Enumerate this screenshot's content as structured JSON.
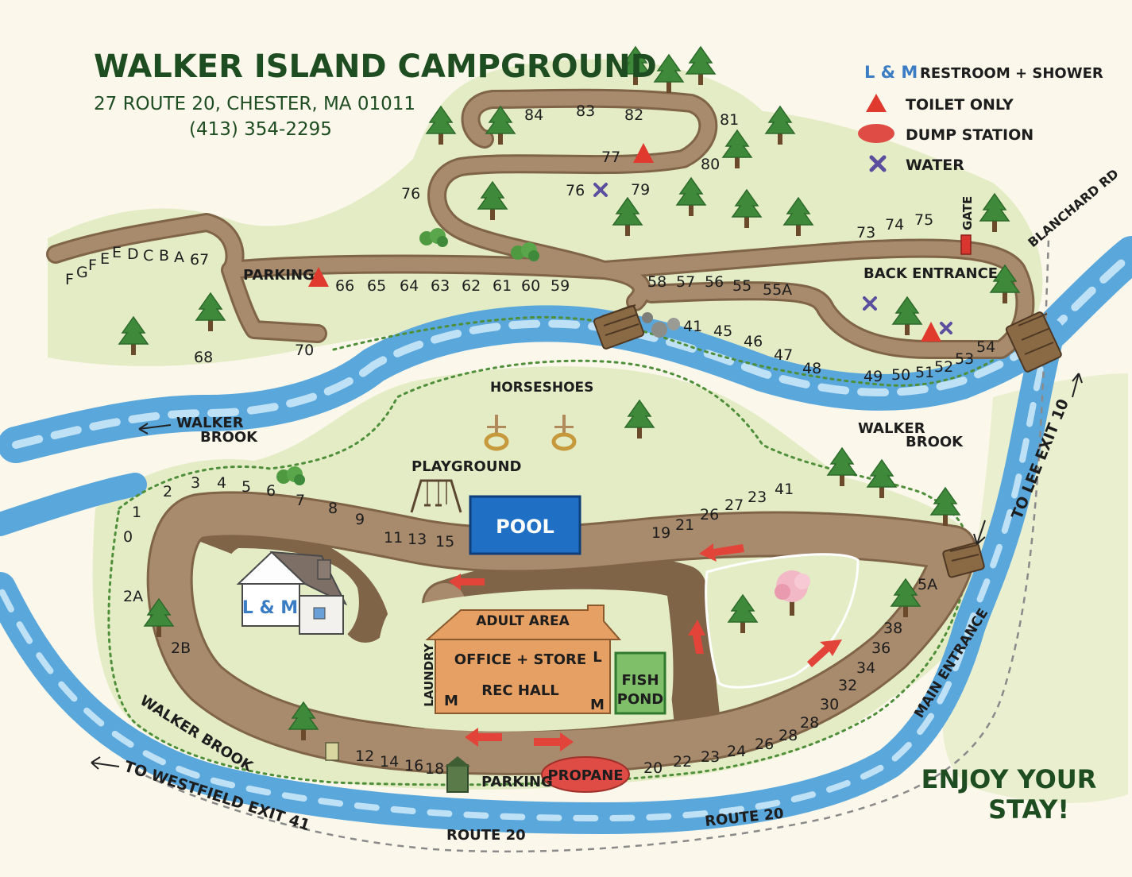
{
  "title": "WALKER ISLAND CAMPGROUND",
  "address": "27 ROUTE 20, CHESTER, MA 01011",
  "phone": "(413) 354-2295",
  "legend": {
    "restroom_symbol": "L & M",
    "restroom_label": "RESTROOM + SHOWER",
    "toilet_label": "TOILET ONLY",
    "dump_label": "DUMP STATION",
    "water_label": "WATER"
  },
  "labels": {
    "parking_top": "PARKING",
    "parking_bottom": "PARKING",
    "back_entrance": "BACK ENTRANCE",
    "gate": "GATE",
    "blanchard": "BLANCHARD RD",
    "horseshoes": "HORSESHOES",
    "playground": "PLAYGROUND",
    "pool": "POOL",
    "adult_area": "ADULT AREA",
    "office_store": "OFFICE + STORE",
    "rec_hall": "REC HALL",
    "laundry": "LAUNDRY",
    "building_m1": "M",
    "building_m2": "M",
    "building_l": "L",
    "fish_pond_1": "FISH",
    "fish_pond_2": "POND",
    "house_sign": "L & M",
    "propane": "PROPANE",
    "brook_left_1": "WALKER",
    "brook_left_2": "BROOK",
    "brook_right_1": "WALKER",
    "brook_right_2": "BROOK",
    "brook_bottom": "WALKER BROOK",
    "to_westfield": "TO WESTFIELD EXIT 41",
    "to_lee": "TO LEE EXIT 10",
    "main_entrance": "MAIN ENTRANCE",
    "route20_a": "ROUTE 20",
    "route20_b": "ROUTE 20",
    "enjoy_1": "ENJOY YOUR",
    "enjoy_2": "STAY!"
  },
  "sites": {
    "s84": "84",
    "s83": "83",
    "s82": "82",
    "s81": "81",
    "s80": "80",
    "s77": "77",
    "s79": "79",
    "s76a": "76",
    "s76b": "76",
    "s73": "73",
    "s74": "74",
    "s75": "75",
    "sF": "F",
    "sG": "G",
    "sF2": "F",
    "sE": "E",
    "sD": "D",
    "sC": "C",
    "sB": "B",
    "sA": "A",
    "s67": "67",
    "s66": "66",
    "s65": "65",
    "s64": "64",
    "s63": "63",
    "s62": "62",
    "s61": "61",
    "s60": "60",
    "s59": "59",
    "s58": "58",
    "s57": "57",
    "s56": "56",
    "s55": "55",
    "s55A": "55A",
    "s68": "68",
    "s70": "70",
    "s41a": "41",
    "s45": "45",
    "s46": "46",
    "s47": "47",
    "s48": "48",
    "s49": "49",
    "s50": "50",
    "s51": "51",
    "s52": "52",
    "s53": "53",
    "s54": "54",
    "s1": "1",
    "s0": "0",
    "s2": "2",
    "s3": "3",
    "s4": "4",
    "s5": "5",
    "s6": "6",
    "s7": "7",
    "s8": "8",
    "s9": "9",
    "s11": "11",
    "s13": "13",
    "s15": "15",
    "s19": "19",
    "s21": "21",
    "s26": "26",
    "s27": "27",
    "s23a": "23",
    "s41b": "41",
    "s2A": "2A",
    "s2B": "2B",
    "s5A": "5A",
    "s38": "38",
    "s36": "36",
    "s34": "34",
    "s32": "32",
    "s30": "30",
    "s28": "28",
    "s26b": "26",
    "s24": "24",
    "s23b": "23",
    "s22": "22",
    "s20": "20",
    "s12": "12",
    "s14": "14",
    "s16": "16",
    "s18": "18"
  },
  "colors": {
    "road": "#a88a6c",
    "water": "#5aa7dc",
    "grass": "#e4ecc6",
    "pool": "#1f6fc5",
    "building": "#e6a063",
    "fish_pond": "#7fbf6a",
    "toilet": "#e03a2e",
    "dump": "#de4c45",
    "water_marker": "#5b4e9e",
    "title": "#1f4d22",
    "lm_blue": "#3b7dc4"
  }
}
